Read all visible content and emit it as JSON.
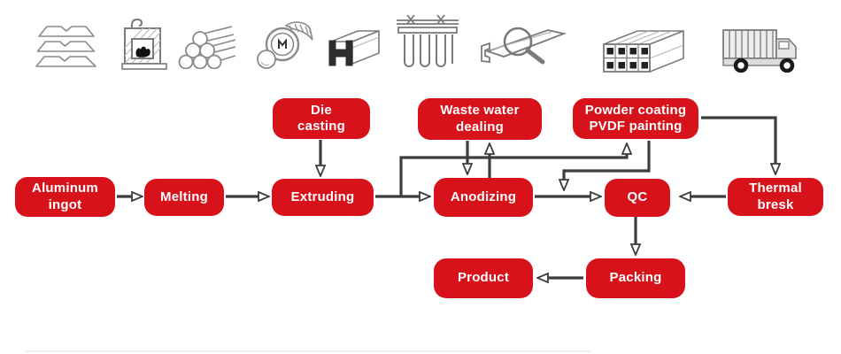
{
  "diagram": {
    "background": "#ffffff",
    "colors": {
      "node_fill": "#d8121b",
      "node_text": "#ffffff",
      "arrow": "#3d3d3d",
      "icon_stroke": "#7a7a7a"
    },
    "nodes": {
      "aluminum_ingot": {
        "label": "Aluminum\ningot"
      },
      "melting": {
        "label": "Melting"
      },
      "die_casting": {
        "label": "Die\ncasting"
      },
      "extruding": {
        "label": "Extruding"
      },
      "waste_water": {
        "label": "Waste water\ndealing"
      },
      "anodizing": {
        "label": "Anodizing"
      },
      "powder_coating": {
        "label": "Powder coating\nPVDF painting"
      },
      "qc": {
        "label": "QC"
      },
      "thermal_bresk": {
        "label": "Thermal\nbresk"
      },
      "packing": {
        "label": "Packing"
      },
      "product": {
        "label": "Product"
      }
    },
    "icons": [
      "aluminum-profile-stack-icon",
      "melting-furnace-icon",
      "aluminum-billets-icon",
      "extrusion-press-icon",
      "h-beam-profile-icon",
      "anodizing-rack-icon",
      "quality-inspection-icon",
      "packed-profiles-icon",
      "delivery-truck-icon"
    ],
    "edges": [
      {
        "from": "aluminum_ingot",
        "to": "melting"
      },
      {
        "from": "melting",
        "to": "extruding"
      },
      {
        "from": "die_casting",
        "to": "extruding"
      },
      {
        "from": "extruding",
        "to": "anodizing"
      },
      {
        "from": "extruding",
        "to": "powder_coating"
      },
      {
        "from": "waste_water",
        "to": "anodizing"
      },
      {
        "from": "anodizing",
        "to": "waste_water"
      },
      {
        "from": "powder_coating",
        "to": "qc"
      },
      {
        "from": "anodizing",
        "to": "qc"
      },
      {
        "from": "powder_coating",
        "to": "thermal_bresk"
      },
      {
        "from": "thermal_bresk",
        "to": "qc"
      },
      {
        "from": "qc",
        "to": "packing"
      },
      {
        "from": "packing",
        "to": "product"
      }
    ]
  }
}
